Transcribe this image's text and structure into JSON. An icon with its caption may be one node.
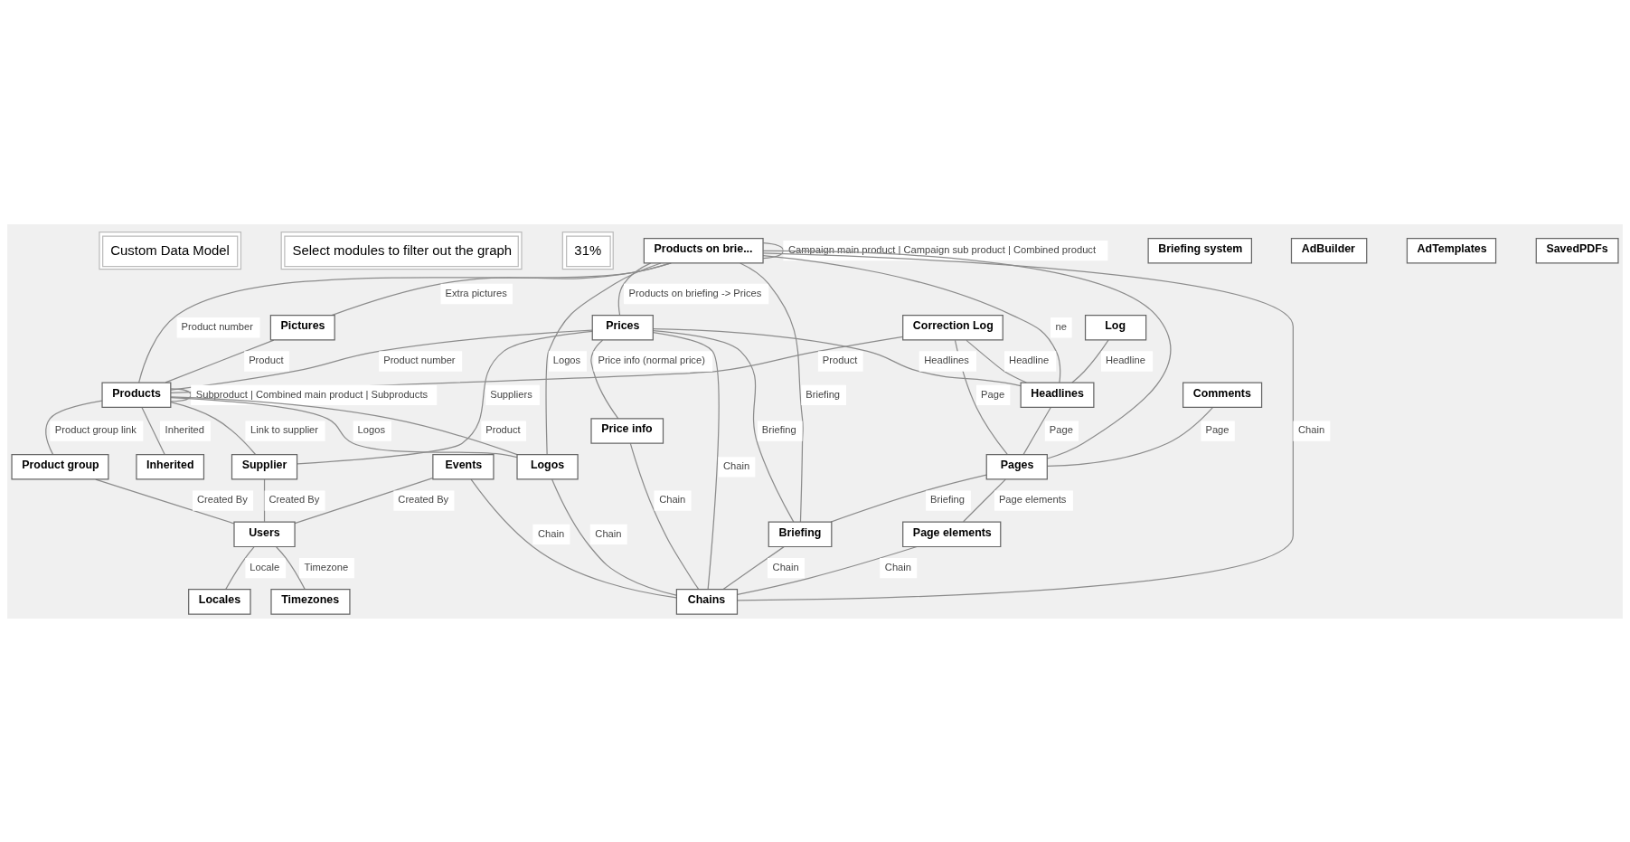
{
  "diagram": {
    "nodes": [
      {
        "text": [
          "Products on brie..."
        ]
      },
      {
        "text": [
          "Briefing system"
        ]
      },
      {
        "text": [
          "AdBuilder"
        ]
      },
      {
        "text": [
          "AdTemplates"
        ]
      },
      {
        "text": [
          "SavedPDFs"
        ]
      },
      {
        "text": [
          "Log"
        ]
      },
      {
        "text": [
          "Correction Log"
        ]
      },
      {
        "text": [
          "Prices"
        ]
      },
      {
        "text": [
          "Pictures"
        ]
      },
      {
        "text": [
          "Comments"
        ]
      },
      {
        "text": [
          "Headlines"
        ]
      },
      {
        "text": [
          "Products"
        ]
      },
      {
        "text": [
          "Pages"
        ]
      },
      {
        "text": [
          "Events"
        ]
      },
      {
        "text": [
          "Inherited"
        ]
      },
      {
        "text": [
          "Logos"
        ]
      },
      {
        "text": [
          "Supplier"
        ]
      },
      {
        "text": [
          "Product group"
        ]
      },
      {
        "text": [
          "Page elements"
        ]
      },
      {
        "text": [
          "Price info"
        ]
      },
      {
        "text": [
          "Briefing"
        ]
      },
      {
        "text": [
          "Users"
        ]
      },
      {
        "text": [
          "Chains"
        ]
      },
      {
        "text": [
          "Locales"
        ]
      },
      {
        "text": [
          "Timezones"
        ]
      }
    ],
    "edges": [
      {
        "from": 0,
        "to": 0,
        "arrow": "none",
        "label": "Campaign main product | Campaign sub product | Combined product"
      },
      {
        "from": 0,
        "to": 7,
        "arrow": "none",
        "label": "Products on briefing -> Prices"
      },
      {
        "from": 0,
        "to": 8,
        "arrow": "none",
        "label": "Extra pictures"
      },
      {
        "from": 0,
        "to": 11,
        "arrow": "none",
        "label": "Product number"
      },
      {
        "from": 0,
        "to": 15,
        "arrow": "none",
        "label": "Logos"
      },
      {
        "from": 0,
        "to": 20,
        "arrow": "none",
        "label": "Briefing"
      },
      {
        "from": 0,
        "to": 10,
        "arrow": "none",
        "label": "ne"
      },
      {
        "from": 0,
        "to": 12,
        "arrow": "none"
      },
      {
        "from": 0,
        "to": 22,
        "arrow": "none",
        "label": "Chain"
      },
      {
        "from": 5,
        "to": 10,
        "arrow": "none",
        "label": "Headline"
      },
      {
        "from": 6,
        "to": 10,
        "arrow": "none",
        "label": "Headline"
      },
      {
        "from": 6,
        "to": 12,
        "arrow": "none",
        "label": "Page"
      },
      {
        "from": 6,
        "to": 11,
        "arrow": "none",
        "label": "Product"
      },
      {
        "from": 7,
        "to": 10,
        "arrow": "none",
        "label": "Headlines"
      },
      {
        "from": 7,
        "to": 19,
        "arrow": "none",
        "label": "Price info (normal price)"
      },
      {
        "from": 7,
        "to": 22,
        "arrow": "none",
        "label": "Chain"
      },
      {
        "from": 7,
        "to": 20,
        "arrow": "none",
        "label": "Briefing"
      },
      {
        "from": 7,
        "to": 11,
        "arrow": "none",
        "label": "Product number"
      },
      {
        "from": 7,
        "to": 16,
        "arrow": "none",
        "label": "Suppliers"
      },
      {
        "from": 8,
        "to": 11,
        "arrow": "none",
        "label": "Product"
      },
      {
        "from": 9,
        "to": 12,
        "arrow": "none",
        "label": "Page"
      },
      {
        "from": 10,
        "to": 12,
        "arrow": "none",
        "label": "Page"
      },
      {
        "from": 11,
        "to": 11,
        "arrow": "none",
        "label": "Subproduct | Combined main product | Subproducts"
      },
      {
        "from": 11,
        "to": 14,
        "arrow": "none",
        "label": "Inherited"
      },
      {
        "from": 11,
        "to": 15,
        "arrow": "none",
        "label": "Logos"
      },
      {
        "from": 15,
        "to": 11,
        "arrow": "none",
        "label": "Product"
      },
      {
        "from": 11,
        "to": 16,
        "arrow": "none",
        "label": "Link to supplier"
      },
      {
        "from": 11,
        "to": 17,
        "arrow": "none",
        "label": "Product group link"
      },
      {
        "from": 12,
        "to": 20,
        "arrow": "none",
        "label": "Briefing"
      },
      {
        "from": 12,
        "to": 18,
        "arrow": "none",
        "label": "Page elements"
      },
      {
        "from": 13,
        "to": 21,
        "arrow": "none",
        "label": "Created By"
      },
      {
        "from": 13,
        "to": 22,
        "arrow": "none",
        "label": "Chain"
      },
      {
        "from": 15,
        "to": 22,
        "arrow": "none",
        "label": "Chain"
      },
      {
        "from": 20,
        "to": 22,
        "arrow": "none",
        "label": "Chain"
      },
      {
        "from": 18,
        "to": 22,
        "arrow": "none",
        "label": "Chain"
      },
      {
        "from": 19,
        "to": 22,
        "arrow": "none",
        "label": "Chain"
      },
      {
        "from": 16,
        "to": 21,
        "arrow": "none",
        "label": "Created By"
      },
      {
        "from": 17,
        "to": 21,
        "arrow": "none",
        "label": "Created By"
      },
      {
        "from": 21,
        "to": 23,
        "arrow": "none",
        "label": "Locale"
      },
      {
        "from": 21,
        "to": 24,
        "arrow": "none",
        "label": "Timezone"
      }
    ],
    "labels": [
      "Custom Data Model",
      "Select modules to filter out the graph",
      "31%"
    ]
  }
}
